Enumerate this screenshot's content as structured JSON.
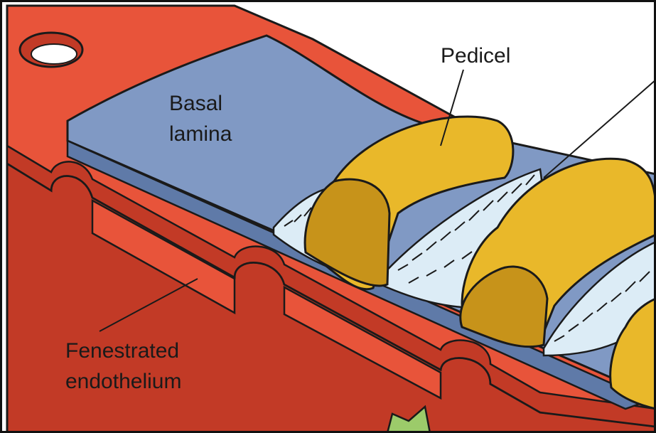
{
  "labels": {
    "basal_lamina_line1": "Basal",
    "basal_lamina_line2": "lamina",
    "pedicel": "Pedicel",
    "fenestrated_line1": "Fenestrated",
    "fenestrated_line2": "endothelium"
  },
  "colors": {
    "endothelium": "#e8543a",
    "endothelium_dark": "#c23a26",
    "endothelium_edge": "#8c2418",
    "basal_lamina": "#8099c4",
    "basal_lamina_dark": "#5f7aa8",
    "pedicel": "#e9b82a",
    "pedicel_shadow": "#c7931a",
    "slit_membrane": "#dcecf6",
    "outline": "#1a1a1a",
    "arrow": "#9ccb6a",
    "border": "#111111"
  }
}
